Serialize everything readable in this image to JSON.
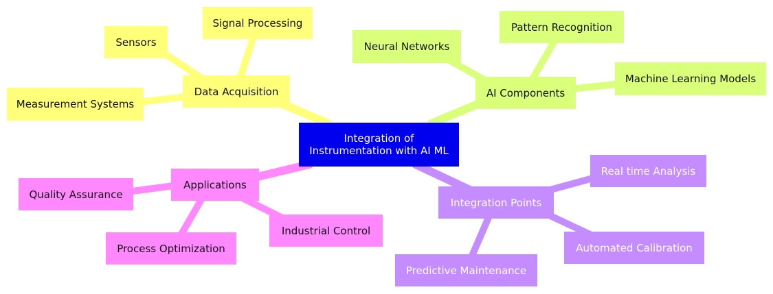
{
  "root": {
    "label": "Integration of Instrumentation with AI ML"
  },
  "colors": {
    "root": "#0000ee",
    "data_acquisition": "#ffff7a",
    "ai_components": "#daff7a",
    "integration_points": "#c58cff",
    "applications": "#ff88ff"
  },
  "branches": {
    "data_acquisition": {
      "label": "Data Acquisition",
      "children": [
        "Sensors",
        "Signal Processing",
        "Measurement Systems"
      ]
    },
    "ai_components": {
      "label": "AI Components",
      "children": [
        "Neural Networks",
        "Pattern Recognition",
        "Machine Learning Models"
      ]
    },
    "integration_points": {
      "label": "Integration Points",
      "children": [
        "Real time Analysis",
        "Automated Calibration",
        "Predictive Maintenance"
      ]
    },
    "applications": {
      "label": "Applications",
      "children": [
        "Quality Assurance",
        "Process Optimization",
        "Industrial Control"
      ]
    }
  }
}
